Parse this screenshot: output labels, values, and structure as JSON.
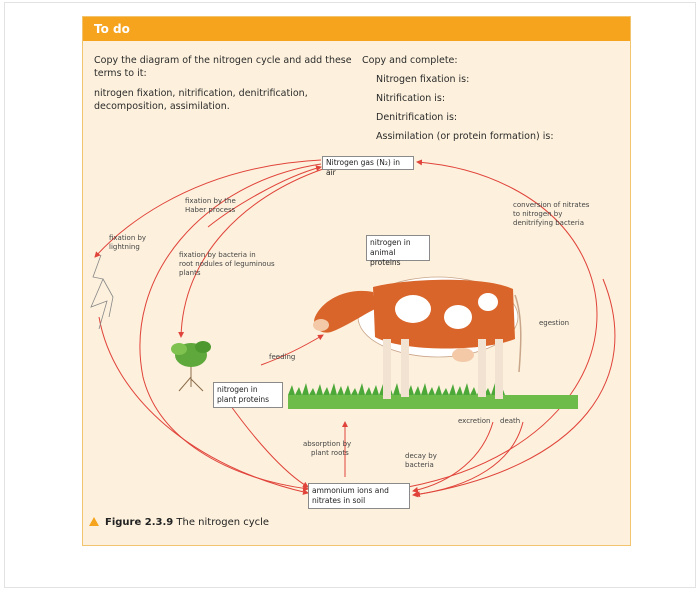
{
  "header": {
    "title": "To do"
  },
  "task_left": {
    "line1": "Copy the diagram of the nitrogen cycle and add these",
    "line2": "terms to it:",
    "line3": "nitrogen fixation, nitrification, denitrification,",
    "line4": "decomposition, assimilation."
  },
  "task_right": {
    "title": "Copy and complete:",
    "items": [
      "Nitrogen fixation is:",
      "Nitrification is:",
      "Denitrification is:",
      "Assimilation (or protein formation) is:"
    ]
  },
  "diagram": {
    "nitrogen_gas": "Nitrogen gas (N₂) in air",
    "animal_box": [
      "nitrogen in",
      "animal proteins"
    ],
    "plant_box": [
      "nitrogen in",
      "plant proteins"
    ],
    "soil_box": [
      "ammonium ions and",
      "nitrates in soil"
    ],
    "labels": {
      "haber": [
        "fixation by the",
        "Haber process"
      ],
      "lightning": [
        "fixation by",
        "lightning"
      ],
      "bacteria": [
        "fixation by bacteria in",
        "root nodules of leguminous",
        "plants"
      ],
      "denitrify": [
        "conversion of nitrates",
        "to nitrogen by",
        "denitrifying bacteria"
      ],
      "egestion": "egestion",
      "feeding": "feeding",
      "excretion": "excretion",
      "death": "death",
      "absorption": [
        "absorption by",
        "plant roots"
      ],
      "decay": [
        "decay by",
        "bacteria"
      ]
    }
  },
  "caption": {
    "figure": "Figure 2.3.9",
    "text": "The nitrogen cycle"
  },
  "colors": {
    "header": "#f6a31d",
    "card": "#fdf1dd",
    "arrow": "#e0433a",
    "cow": "#d9652a",
    "grass": "#4da83a"
  }
}
